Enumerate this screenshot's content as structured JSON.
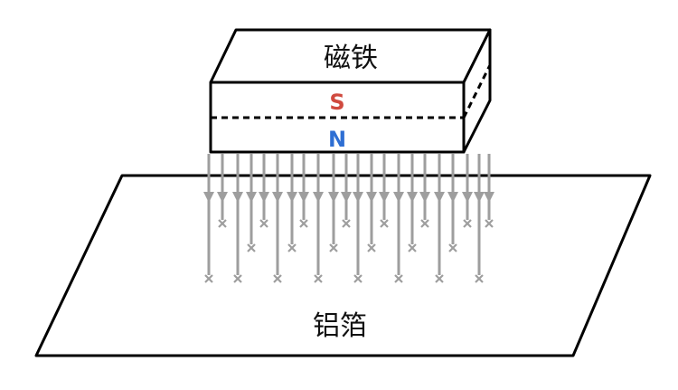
{
  "magnet": {
    "label": "磁铁",
    "south_label": "S",
    "north_label": "N"
  },
  "foil": {
    "label": "铝箔"
  },
  "colors": {
    "south_pole": "#d04a3f",
    "north_pole": "#2f6fd3",
    "field_line": "#9e9e9e",
    "outline": "#000000"
  },
  "icons": {
    "field_arrow": "down-arrow-icon",
    "field_end": "cross-icon"
  }
}
